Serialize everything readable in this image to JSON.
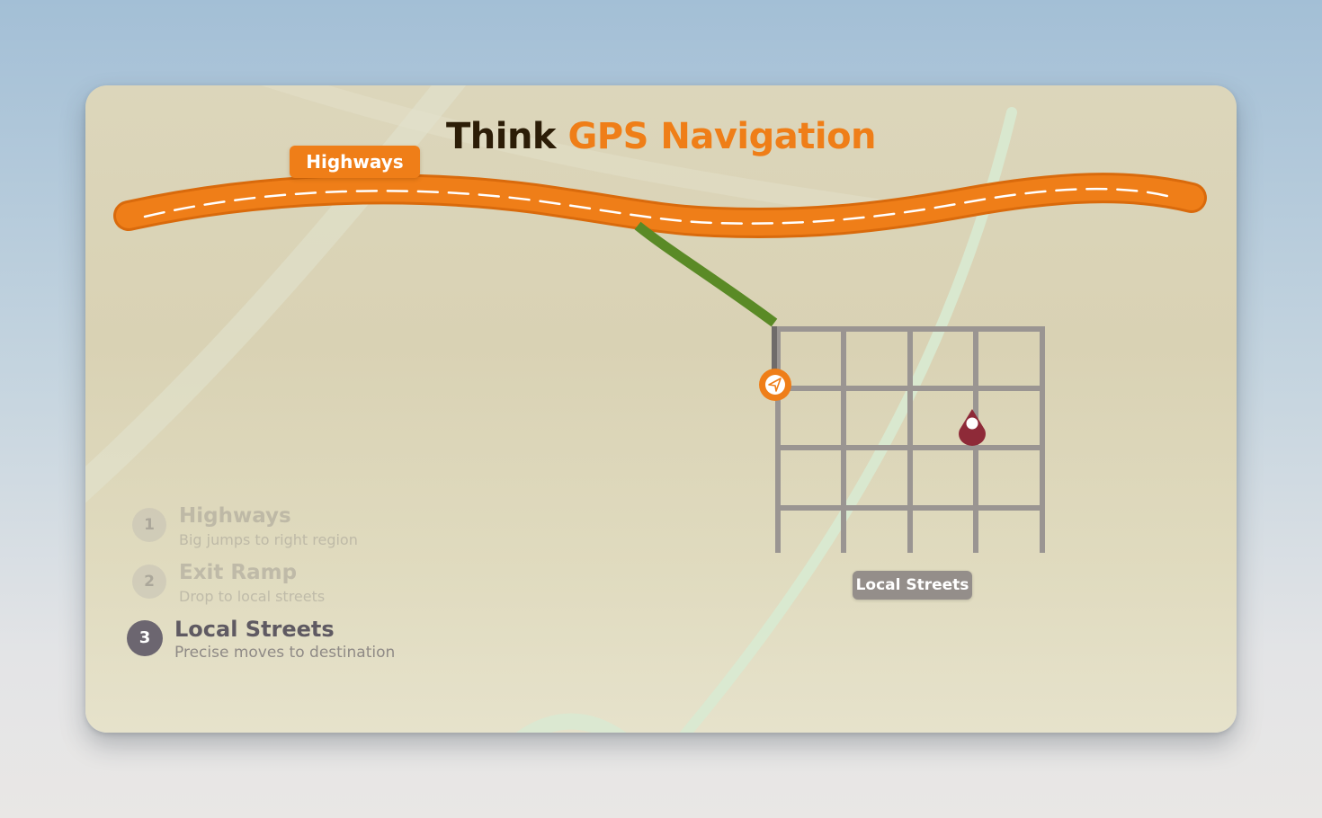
{
  "title": {
    "part1": "Think",
    "part2": "GPS Navigation"
  },
  "labels": {
    "highways": "Highways",
    "local_streets": "Local Streets"
  },
  "steps": [
    {
      "number": "1",
      "name": "Highways",
      "description": "Big jumps to right region",
      "state": "inactive"
    },
    {
      "number": "2",
      "name": "Exit Ramp",
      "description": "Drop to local streets",
      "state": "inactive"
    },
    {
      "number": "3",
      "name": "Local Streets",
      "description": "Precise moves to destination",
      "state": "active"
    }
  ],
  "colors": {
    "highway": "#ef7e18",
    "exit_ramp": "#66902f",
    "streets": "#9a9592",
    "destination_pin": "#8e2a38",
    "active_step": "#6c6670",
    "title_dark": "#2c1d07"
  },
  "icons": {
    "location": "navigation-arrow-icon",
    "destination": "map-pin-icon"
  }
}
